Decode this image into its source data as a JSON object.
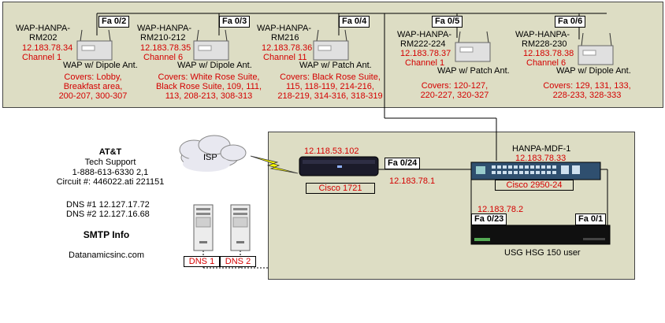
{
  "access_points": [
    {
      "name_line1": "WAP-HANPA-",
      "name_line2": "RM202",
      "ip": "12.183.78.34",
      "channel": "Channel 1",
      "antenna": "WAP w/ Dipole Ant.",
      "port": "Fa 0/2",
      "covers": [
        "Covers: Lobby,",
        "Breakfast area,",
        "200-207, 300-307"
      ]
    },
    {
      "name_line1": "WAP-HANPA-",
      "name_line2": "RM210-212",
      "ip": "12.183.78.35",
      "channel": "Channel 6",
      "antenna": "WAP w/ Dipole Ant.",
      "port": "Fa 0/3",
      "covers": [
        "Covers: White Rose Suite,",
        "Black Rose Suite, 109, 111,",
        "113, 208-213, 308-313"
      ]
    },
    {
      "name_line1": "WAP-HANPA-",
      "name_line2": "RM216",
      "ip": "12.183.78.36",
      "channel": "Channel 11",
      "antenna": "WAP w/ Patch Ant.",
      "port": "Fa 0/4",
      "covers": [
        "Covers: Black Rose Suite,",
        "115, 118-119, 214-216,",
        "218-219, 314-316, 318-319"
      ]
    },
    {
      "name_line1": "WAP-HANPA-",
      "name_line2": "RM222-224",
      "ip": "12.183.78.37",
      "channel": "Channel 1",
      "antenna": "WAP w/ Patch Ant.",
      "port": "Fa 0/5",
      "covers": [
        "Covers: 120-127,",
        "220-227, 320-327"
      ]
    },
    {
      "name_line1": "WAP-HANPA-",
      "name_line2": "RM228-230",
      "ip": "12.183.78.38",
      "channel": "Channel 6",
      "antenna": "WAP w/ Dipole Ant.",
      "port": "Fa 0/6",
      "covers": [
        "Covers: 129, 131, 133,",
        "228-233, 328-333"
      ]
    }
  ],
  "isp": {
    "cloud_label": "ISP",
    "provider": "AT&T",
    "support_label": "Tech Support",
    "support_phone": "1-888-613-6330  2,1",
    "circuit": "Circuit #: 446022.ati 221151",
    "dns1": "DNS #1 12.127.17.72",
    "dns2": "DNS #2 12.127.16.68",
    "smtp_title": "SMTP Info",
    "smtp_host": "Datanamicsinc.com"
  },
  "dns_servers": [
    "DNS 1",
    "DNS 2"
  ],
  "router": {
    "model": "Cisco 1721",
    "wan_ip": "12.118.53.102",
    "lan_ip": "12.183.78.1",
    "port": "Fa 0/24"
  },
  "switch": {
    "name": "HANPA-MDF-1",
    "ip": "12.183.78.33",
    "model": "Cisco 2950-24"
  },
  "usg": {
    "ip": "12.183.78.2",
    "port_left": "Fa 0/23",
    "port_right": "Fa 0/1",
    "label": "USG HSG 150 user"
  },
  "colors": {
    "panel": "#ddddc4",
    "ip_text": "#d40000",
    "lightning": "#ffff00"
  }
}
